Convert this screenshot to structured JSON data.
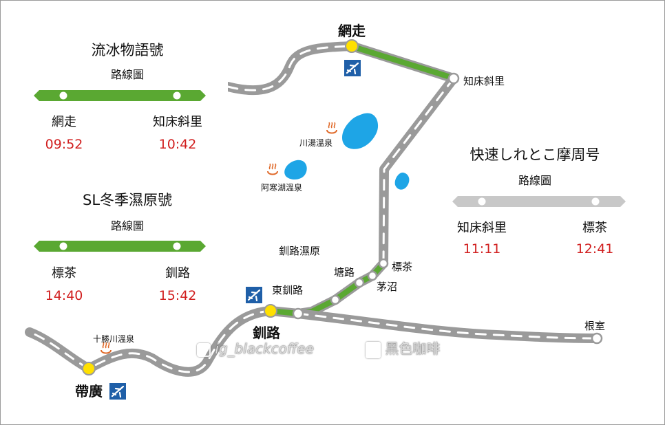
{
  "panels": {
    "ryuhyo": {
      "title": "流冰物語號",
      "subtitle": "路線圖",
      "from": "網走",
      "to": "知床斜里",
      "depart": "09:52",
      "arrive": "10:42",
      "line_color": "#5aa832"
    },
    "sl": {
      "title": "SL冬季濕原號",
      "subtitle": "路線圖",
      "from": "標茶",
      "to": "釧路",
      "depart": "14:40",
      "arrive": "15:42",
      "line_color": "#5aa832"
    },
    "shiretoko": {
      "title": "快速しれとこ摩周号",
      "subtitle": "路線圖",
      "from": "知床斜里",
      "to": "標茶",
      "depart": "11:11",
      "arrive": "12:41",
      "line_color": "#c8c8c8"
    }
  },
  "stations": {
    "abashiri": "網走",
    "shiretoko_shari": "知床斜里",
    "shibecha": "標茶",
    "kayanuma": "茅沼",
    "toro": "塘路",
    "kushiro_shitsugen": "釧路濕原",
    "higashi_kushiro": "東釧路",
    "kushiro": "釧路",
    "nemuro": "根室",
    "obihiro": "帶廣"
  },
  "onsen": {
    "kawayu": "川湯溫泉",
    "akan": "阿寒湖溫泉",
    "tokachigawa": "十勝川溫泉"
  },
  "watermarks": {
    "instagram": "ig_blackcoffee",
    "facebook": "黑色咖啡"
  },
  "colors": {
    "time_red": "#d11f1f",
    "green_line": "#5aa832",
    "grey_line": "#9c9c9c",
    "lake_blue": "#1ea5e6",
    "major_station": "#ffe000",
    "airport_blue": "#1f5fa8",
    "onsen_orange": "#e06a2a"
  },
  "icons": [
    "airport-icon",
    "onsen-icon",
    "instagram-icon",
    "facebook-icon"
  ]
}
